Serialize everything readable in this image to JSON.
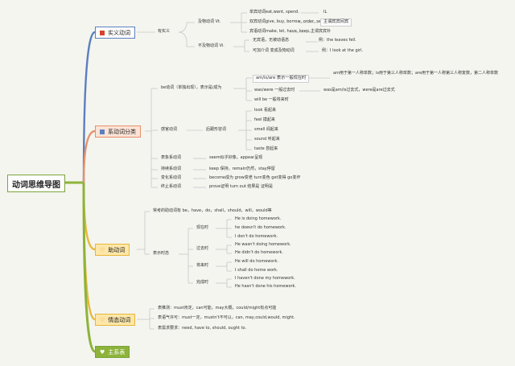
{
  "root": "动词思维导图",
  "branches": {
    "shi_yi": "实义动词",
    "xi_dong": "系动词分类",
    "zhu_dong": "助动词",
    "qing_tai": "情态动词",
    "zhu_xi_biao": "主系表"
  },
  "shiyi": {
    "you_shi_yi": "有实义",
    "ji_wu": "及物动词 Vt.",
    "bu_ji_wu": "不及物动词 Vi.",
    "dan_bin": "单宾动词eat,want, spend.",
    "dan_bin_note": "IL",
    "shuang_bin": "双宾动词give, buy, borrow, order, send,",
    "shuang_bin_note": "主谓宾宾间宾",
    "bin_bu": "宾语动词make, let, have, keep,.",
    "bin_bu_note": "主谓宾宾补",
    "wu_bin": "无宾语，无被动语态",
    "wu_bin_note": "例：the leaves fell.",
    "jie_ci": "可加介词 变成及物动词",
    "jie_ci_note": "例：I look at the girl."
  },
  "xidong": {
    "be_verb": "be动词（单独出现），表示是/成为",
    "am_is_are": "am/is/are 表示一般现在时",
    "am_note": "am用于第一人称单数；is用于第三人称单数；are用于第一人称第三人称复数，第二人称单数",
    "was_were": "was/were 一般过去时",
    "was_note": "was是am/is过去式，were是are过去式",
    "will_be": "will be 一般将来时",
    "gan_guan": "感官动词",
    "hou_gen": "后跟形容词",
    "look": "look 看起来",
    "feel": "feel 摸起来",
    "smell": "smell 闻起来",
    "sound": "sound 听起来",
    "taste": "taste 尝起来",
    "biao_xiang": "表象系动词",
    "seem": "seem似乎好像，appear呈现",
    "chi_xu": "持续系动词",
    "keep": "keep 保持，remain仍然，stay停留",
    "bian_hua": "变化系动词",
    "become": "become成为 grow变老 turn变色 get变得 go变坏",
    "zhong_zhi": "终止系动词",
    "prove": "prove证明 turn out 结果是 证明是"
  },
  "zhudong": {
    "chang_jian": "常考的助动词有 be，have，do，shall，should，will，would等",
    "biao_shi": "表示时态",
    "xian_zai": "现在时",
    "guo_qu": "过去时",
    "jiang_lai": "将来时",
    "wan_cheng": "完成时",
    "s1": "He is doing homework.",
    "s2": "he doesn't do homework.",
    "s3": "I don't do homework.",
    "s4": "He wasn't doing homework.",
    "s5": "He didn't do homework.",
    "s6": "He will do homework.",
    "s7": "I shall do home work.",
    "s8": "I haven't done my homework.",
    "s9": "He hasn't done his homework."
  },
  "qingtai": {
    "t1": "表推测：must肯定，can可能，may大概，could/might有点可能",
    "t2": "表语气许可：must一定，mustn't不可以，can, may,could,would, might.",
    "t3": "表需求要求：need, have to, should, ought to."
  },
  "colors": {
    "trunk": "#8db33a",
    "blue": "#5b7fc0",
    "orange": "#e8906a",
    "yellow": "#e8b838",
    "green": "#8db33a",
    "red_icon": "#d9422b"
  }
}
